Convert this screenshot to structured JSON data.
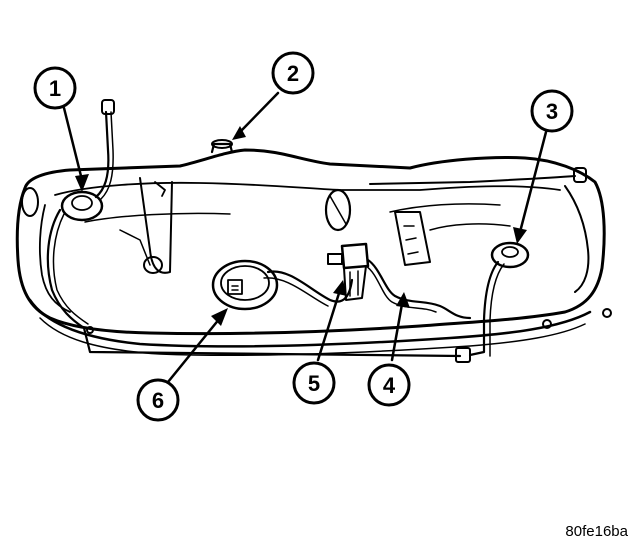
{
  "figure_id": "80fe16ba",
  "callouts": [
    "1",
    "2",
    "3",
    "4",
    "5",
    "6"
  ]
}
